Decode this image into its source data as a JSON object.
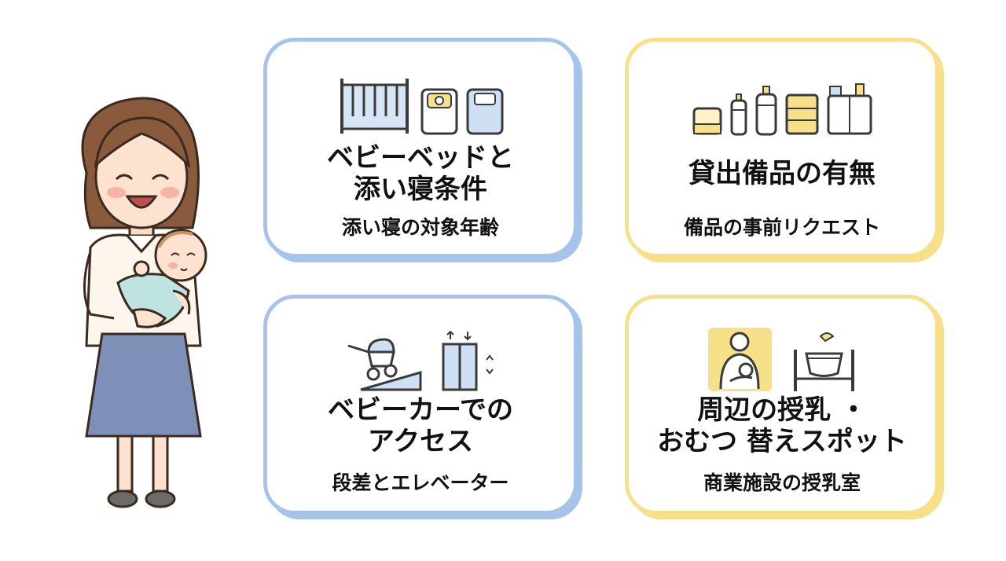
{
  "cards": [
    {
      "title": "ベビーベッドと\n添い寝条件",
      "subtitle": "添い寝の対象年齢",
      "icons": [
        "crib-icon",
        "baby-bed-sheet-icon",
        "bed-icon"
      ],
      "accent": "#a6c3ea"
    },
    {
      "title": "貸出備品の有無",
      "subtitle": "備品の事前リクエスト",
      "icons": [
        "bath-tub-icon",
        "baby-bottle-icon",
        "baby-bottle-large-icon",
        "towel-icon",
        "bath-supplies-icon"
      ],
      "accent": "#f7e08a"
    },
    {
      "title": "ベビーカーでの\nアクセス",
      "subtitle": "段差とエレベーター",
      "icons": [
        "stroller-on-ramp-icon",
        "elevator-icon"
      ],
      "accent": "#a6c3ea"
    },
    {
      "title": "周辺の授乳 ・\nおむつ 替えスポット",
      "subtitle": "商業施設の授乳室",
      "icons": [
        "nursing-room-icon",
        "diaper-changing-table-icon"
      ],
      "accent": "#f7e08a"
    }
  ],
  "illustration": "mother-holding-baby",
  "colors": {
    "blue": "#a6c3ea",
    "yellow": "#f7e08a",
    "text": "#111111"
  }
}
